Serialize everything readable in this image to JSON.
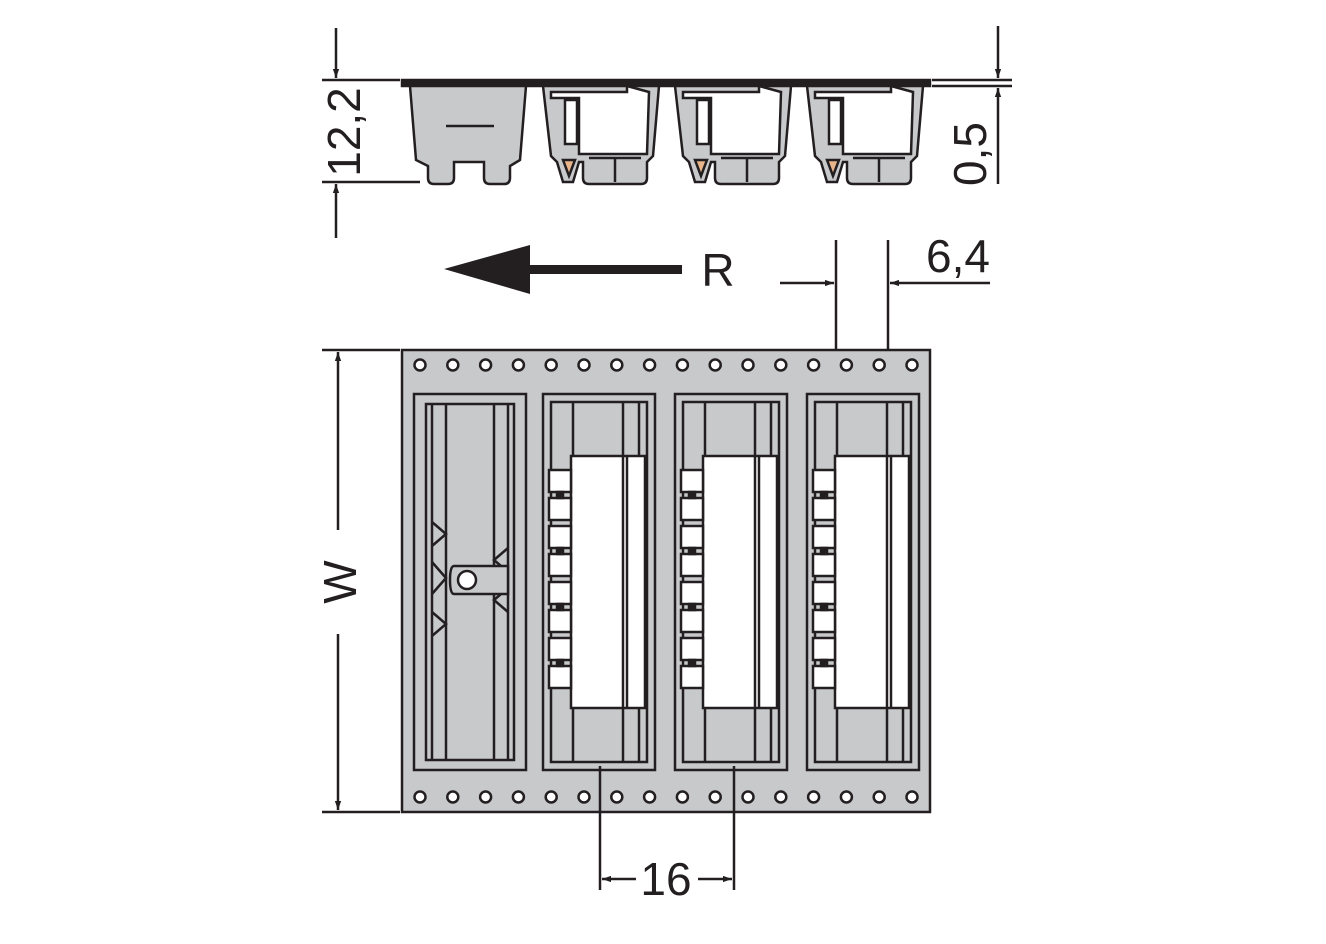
{
  "dimensions": {
    "height": "12,2",
    "plate": "0,5",
    "pin_offset": "6,4",
    "width": "W",
    "pitch": "16"
  },
  "direction_label": "R",
  "poles": 3,
  "colors": {
    "housing_gray": "#c8c9cb",
    "outline": "#231f20",
    "contact_copper": "#e8b48a",
    "background": "#ffffff"
  }
}
